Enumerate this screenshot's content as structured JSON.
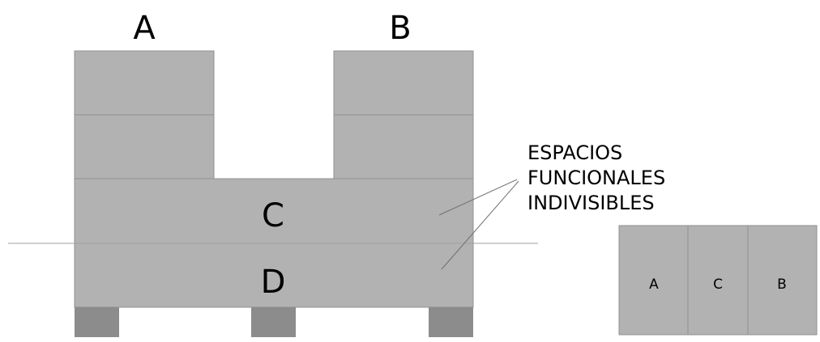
{
  "main_diagram": {
    "tower_a_label": "A",
    "tower_b_label": "B",
    "level_c_label": "C",
    "level_d_label": "D"
  },
  "annotation": {
    "lines": [
      "ESPACIOS",
      "FUNCIONALES",
      "INDIVISIBLES"
    ]
  },
  "summary_plan": {
    "cells": [
      "A",
      "C",
      "B"
    ]
  },
  "colors": {
    "block_fill": "#b2b2b2",
    "block_stroke": "#909090",
    "support_fill": "#8c8c8c",
    "guide_line": "#a0a0a0",
    "text": "#000000"
  }
}
